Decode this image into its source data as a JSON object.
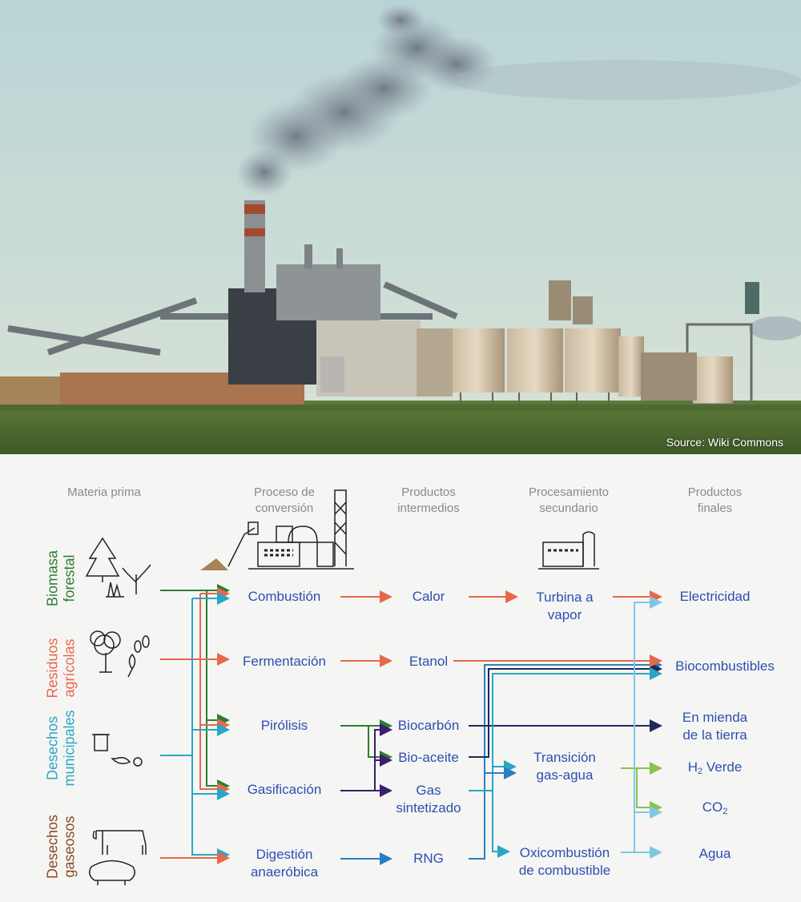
{
  "photo": {
    "source": "Source: Wiki Commons"
  },
  "headers": {
    "feedstock": "Materia prima",
    "conversion": "Proceso de\nconversión",
    "intermediate": "Productos\nintermedios",
    "secondary": "Procesamiento\nsecundario",
    "final": "Productos\nfinales"
  },
  "feedstocks": {
    "forest": {
      "label": "Biomasa\nforestal",
      "color": "#2e7d32"
    },
    "agri": {
      "label": "Residuos\nagrícolas",
      "color": "#e8674a"
    },
    "municipal": {
      "label": "Desechos\nmunicipales",
      "color": "#29a6c4"
    },
    "gas": {
      "label": "Desechos\ngaseosos",
      "color": "#8a4a24"
    }
  },
  "processes": {
    "combustion": "Combustión",
    "fermentation": "Fermentación",
    "pyrolysis": "Pirólisis",
    "gasification": "Gasificación",
    "digestion": "Digestión\nanaeróbica"
  },
  "intermediates": {
    "heat": "Calor",
    "ethanol": "Etanol",
    "biochar": "Biocarbón",
    "biooil": "Bio-aceite",
    "syngas": "Gas\nsintetizado",
    "rng": "RNG"
  },
  "secondary": {
    "turbine": "Turbina a\nvapor",
    "watergas": "Transición\ngas-agua",
    "oxy": "Oxicombustión\nde combustible"
  },
  "finals": {
    "electricity": "Electricidad",
    "biofuels": "Biocombustibles",
    "soil": "En mienda\nde la tierra",
    "h2_prefix": "H",
    "h2_sub": "2",
    "h2_suffix": " Verde",
    "co2_prefix": "CO",
    "co2_sub": "2",
    "water": "Agua"
  },
  "colors": {
    "node_text": "#2d4fb0",
    "header_text": "#8a8a8a",
    "orange_arrow": "#e8674a",
    "dark_green_arrow": "#2e7d32",
    "light_blue_arrow": "#29a6c4",
    "navy_arrow": "#1f2a5a",
    "purple_arrow": "#3a1f6e",
    "lime_arrow": "#8bc34a",
    "pale_blue_arrow": "#7ec8e3"
  }
}
